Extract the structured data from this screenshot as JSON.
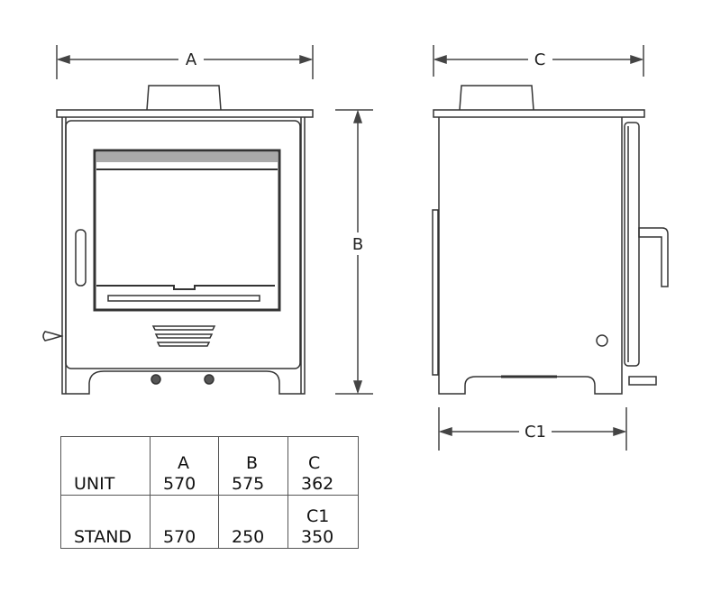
{
  "title": "Stove dimensions",
  "dimension_labels": {
    "a": "A",
    "b": "B",
    "c": "C",
    "c1": "C1"
  },
  "table": {
    "headers": [
      "",
      "A",
      "B",
      "C"
    ],
    "rows": [
      {
        "label": "UNIT",
        "a": "570",
        "b": "575",
        "c_header": "",
        "c": "362"
      },
      {
        "label": "STAND",
        "a": "570",
        "b": "250",
        "c_header": "C1",
        "c": "350"
      }
    ]
  }
}
